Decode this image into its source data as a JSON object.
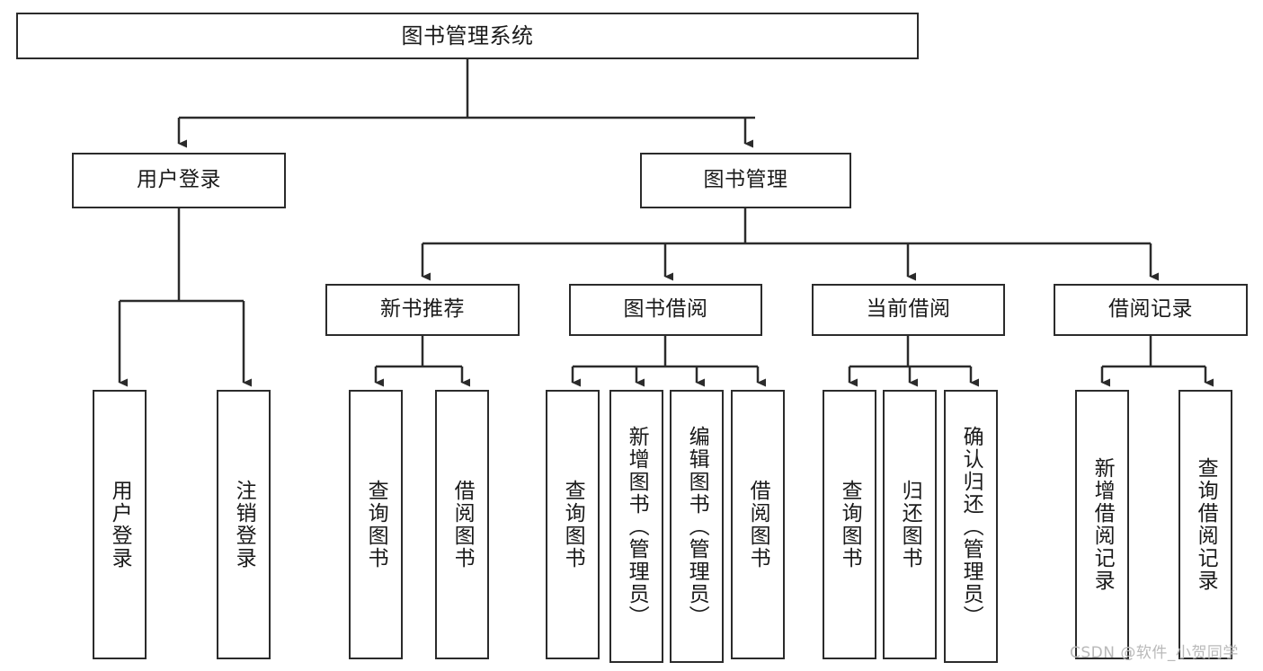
{
  "diagram": {
    "type": "tree",
    "title": "图书管理系统",
    "style": {
      "box_stroke": "#2b2b2b",
      "box_fill": "#ffffff",
      "line_color": "#2b2b2b",
      "text_color": "#1a1a1a",
      "background": "#ffffff",
      "watermark_color": "#b9b9b9"
    },
    "root": {
      "label": "图书管理系统"
    },
    "level2": [
      {
        "label": "用户登录"
      },
      {
        "label": "图书管理"
      }
    ],
    "level3": [
      {
        "label": "新书推荐"
      },
      {
        "label": "图书借阅"
      },
      {
        "label": "当前借阅"
      },
      {
        "label": "借阅记录"
      }
    ],
    "leaves": {
      "user_login": [
        {
          "label": "用户登录"
        },
        {
          "label": "注销登录"
        }
      ],
      "new_book_recommend": [
        {
          "label": "查询图书"
        },
        {
          "label": "借阅图书"
        }
      ],
      "book_borrow": [
        {
          "label": "查询图书"
        },
        {
          "label": "新增图书（管理员）"
        },
        {
          "label": "编辑图书（管理员）"
        },
        {
          "label": "借阅图书"
        }
      ],
      "current_borrow": [
        {
          "label": "查询图书"
        },
        {
          "label": "归还图书"
        },
        {
          "label": "确认归还（管理员）"
        }
      ],
      "borrow_record": [
        {
          "label": "新增借阅记录"
        },
        {
          "label": "查询借阅记录"
        }
      ]
    }
  },
  "watermark": {
    "text": "CSDN @软件_小贺同学"
  }
}
